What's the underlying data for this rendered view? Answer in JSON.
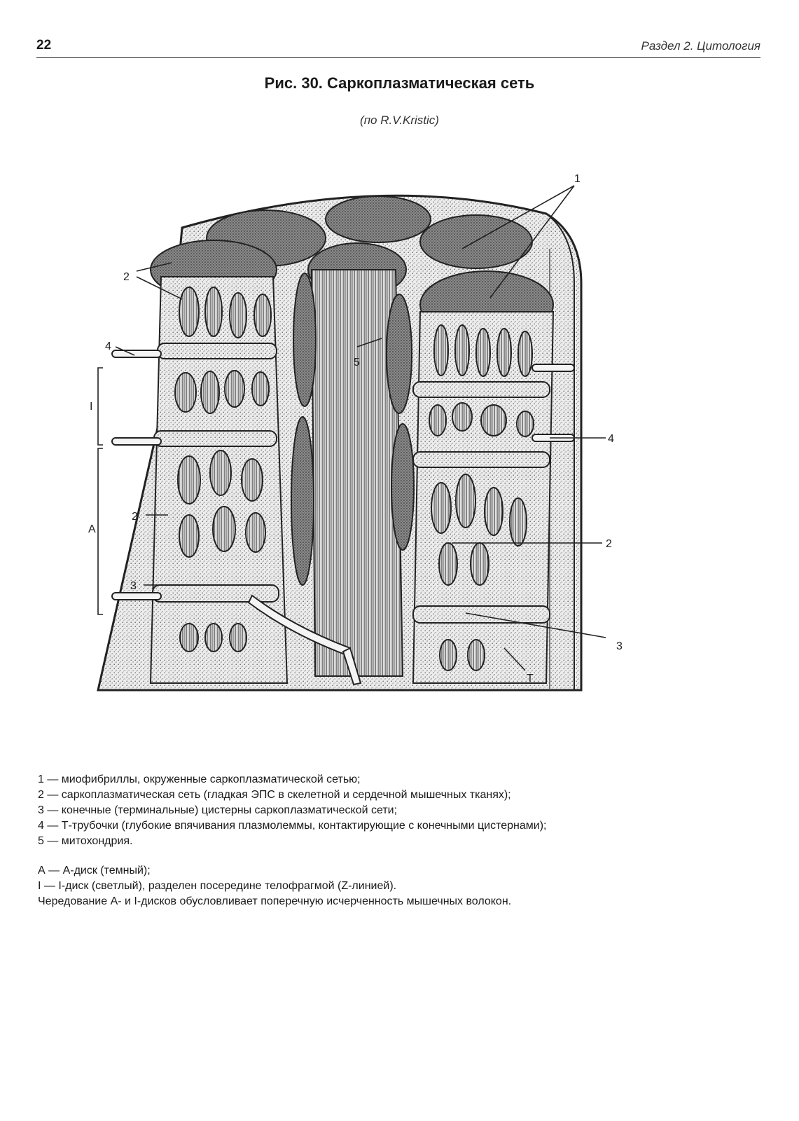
{
  "header": {
    "page_number": "22",
    "section_title": "Раздел 2. Цитология"
  },
  "figure": {
    "title": "Рис. 30. Саркоплазматическая сеть",
    "credit": "(по R.V.Kristic)",
    "callouts": {
      "one": "1",
      "two": "2",
      "three": "3",
      "four": "4",
      "five": "5",
      "t": "T",
      "a": "A",
      "i": "I"
    }
  },
  "legend": {
    "items": [
      "1 — миофибриллы, окруженные саркоплазматической сетью;",
      "2 — саркоплазматическая сеть (гладкая ЭПС в скелетной и сердечной мышечных тканях);",
      "3 — конечные (терминальные) цистерны саркоплазматической сети;",
      "4 — Т-трубочки (глубокие впячивания плазмолеммы, контактирующие с конечными цистернами);",
      "5 — митохондрия."
    ],
    "notes": [
      "А — А-диск (темный);",
      "I  — I-диск (светлый), разделен посередине телофрагмой (Z-линией).",
      "Чередование А- и I-дисков обусловливает поперечную исчерченность мышечных волокон."
    ]
  },
  "colors": {
    "stipple": "#9a9a9a",
    "ink": "#222222",
    "paper": "#ffffff"
  }
}
